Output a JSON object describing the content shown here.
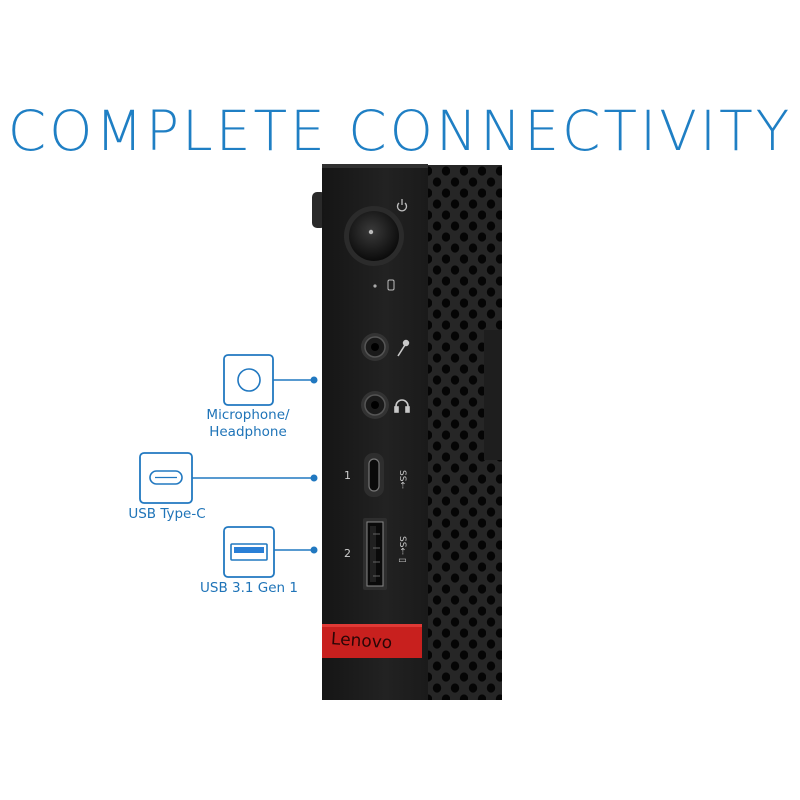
{
  "headline": "COMPLETE CONNECTIVITY",
  "callouts": {
    "audio": "Microphone/\nHeadphone",
    "audio_line1": "Microphone/",
    "audio_line2": "Headphone",
    "usbc": "USB Type-C",
    "usba": "USB 3.1 Gen 1"
  },
  "ports": {
    "num1": "1",
    "num2": "2"
  },
  "brand": "Lenovo",
  "colors": {
    "accent": "#1f7fc4",
    "chassis": "#1a1a1a",
    "brand_badge": "#c8201e",
    "usb3_blue": "#2a7fd6"
  },
  "icons": [
    "power-icon",
    "disk-activity-icon",
    "microphone-icon",
    "headphone-icon",
    "superspeed-usb-icon",
    "usb-a-port-icon",
    "usb-c-port-icon",
    "audio-jack-icon"
  ]
}
